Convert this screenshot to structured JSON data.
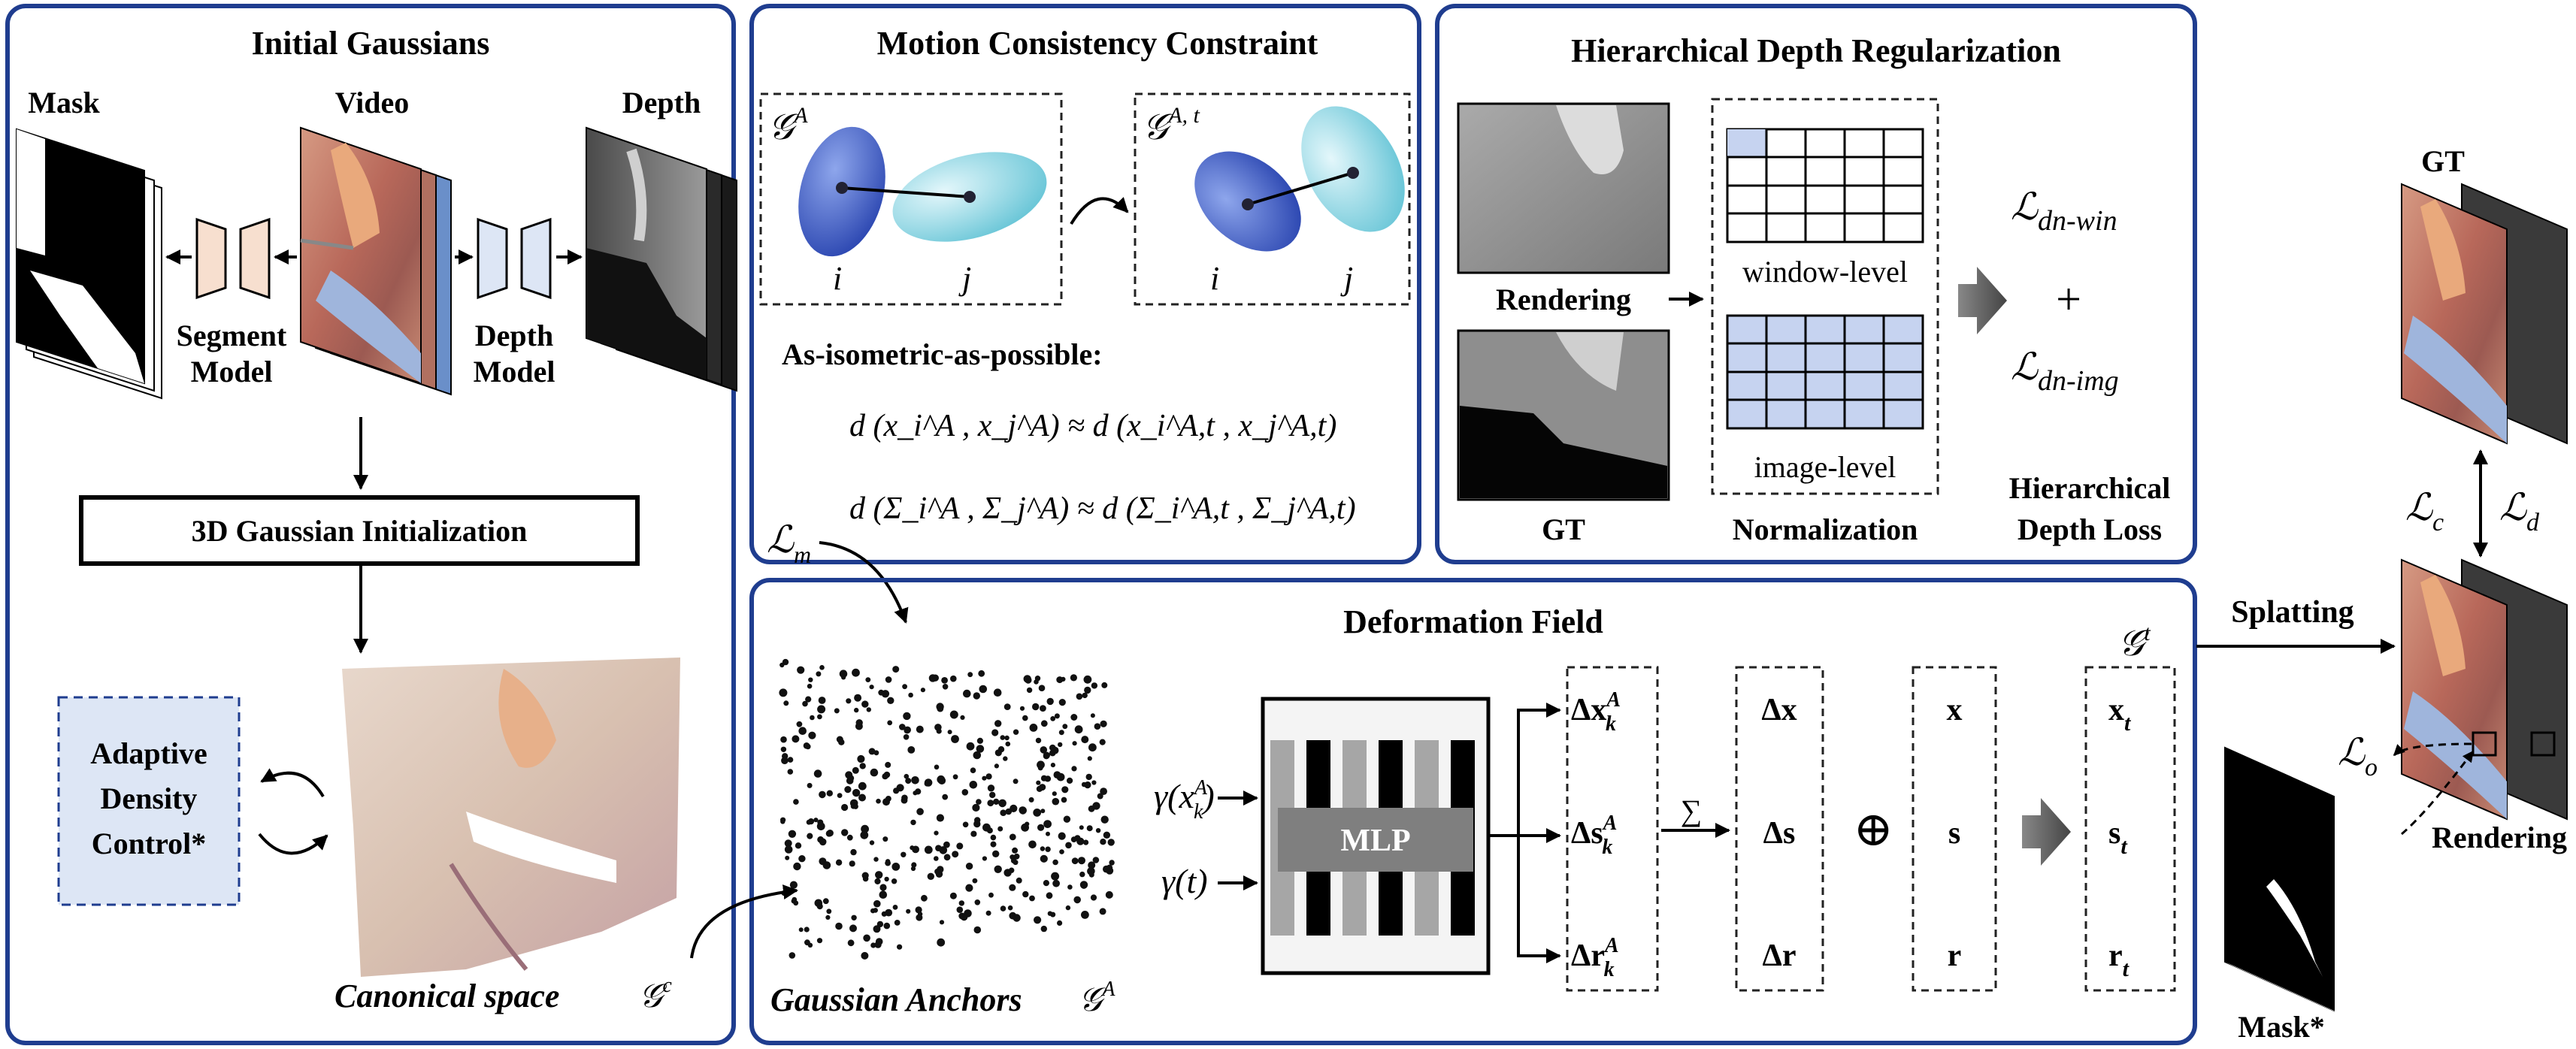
{
  "initial": {
    "title": "Initial Gaussians",
    "mask": "Mask",
    "video": "Video",
    "depth": "Depth",
    "segment_model": [
      "Segment",
      "Model"
    ],
    "depth_model": [
      "Depth",
      "Model"
    ],
    "init_box": "3D Gaussian Initialization",
    "adc": [
      "Adaptive",
      "Density",
      "Control*"
    ],
    "canonical": "Canonical space",
    "canonical_sym": "𝒢",
    "canonical_sup": "c"
  },
  "motion": {
    "title": "Motion Consistency Constraint",
    "g_a": "𝒢",
    "g_a_sup": "A",
    "g_at": "𝒢",
    "g_at_sup": "A, t",
    "i": "i",
    "j": "j",
    "isometric": "As-isometric-as-possible:",
    "eq1": "d (x_i^A , x_j^A) ≈ d (x_i^A,t , x_j^A,t)",
    "eq2": "d (Σ_i^A , Σ_j^A) ≈ d (Σ_i^A,t , Σ_j^A,t)",
    "loss_m": "ℒ",
    "loss_m_sub": "m"
  },
  "depth_reg": {
    "title": "Hierarchical Depth Regularization",
    "rendering": "Rendering",
    "gt": "GT",
    "window": "window-level",
    "image": "image-level",
    "normalization": "Normalization",
    "loss_win": "ℒ",
    "loss_win_sub": "dn-win",
    "plus": "+",
    "loss_img": "ℒ",
    "loss_img_sub": "dn-img",
    "hdl": [
      "Hierarchical",
      "Depth Loss"
    ]
  },
  "deform": {
    "title": "Deformation Field",
    "g_t": "𝒢",
    "g_t_sup": "t",
    "anchors": "Gaussian Anchors",
    "anchors_sym": "𝒢",
    "anchors_sup": "A",
    "gamma_x": "γ(x",
    "gamma_t": "γ(t)",
    "mlp": "MLP",
    "delta_k": [
      "Δx",
      "Δs",
      "Δr"
    ],
    "sum": "∑",
    "delta": [
      "Δx",
      "Δs",
      "Δr"
    ],
    "oplus": "⊕",
    "base": [
      "x",
      "s",
      "r"
    ],
    "out": [
      "x",
      "s",
      "r"
    ],
    "out_sub": "t",
    "k_sub": "k",
    "a_sup": "A"
  },
  "right": {
    "splatting": "Splatting",
    "gt": "GT",
    "l_c": "ℒ",
    "l_c_sub": "c",
    "l_d": "ℒ",
    "l_d_sub": "d",
    "l_o": "ℒ",
    "l_o_sub": "o",
    "rendering": "Rendering",
    "mask": "Mask*"
  },
  "colors": {
    "frame": "#1f3d8f",
    "segment_fill": "#f7dfcf",
    "depth_fill": "#dde6f5",
    "adc_fill": "#dde6f5",
    "gauss_dark": "#4f6fcf",
    "gauss_light": "#9fdde8",
    "grid_fill": "#c6d3f0"
  }
}
